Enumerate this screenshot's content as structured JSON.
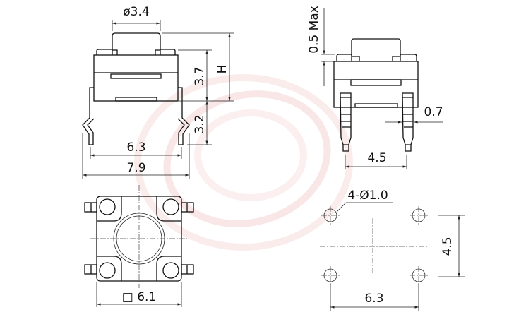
{
  "colors": {
    "line": "#111111",
    "watermark": "#e8a0a0"
  },
  "side_view": {
    "cap_diameter": "ø3.4",
    "height": "H",
    "body_height": "3.7",
    "lead_length": "3.2",
    "lead_pitch": "6.3",
    "overall_width": "7.9"
  },
  "front_view": {
    "stroke_max": "0.5 Max",
    "lead_width": "0.7",
    "lead_pitch": "4.5"
  },
  "top_view": {
    "body_size": "□ 6.1"
  },
  "footprint": {
    "hole_callout": "4-Ø1.0",
    "row_pitch": "4.5",
    "column_pitch": "6.3"
  }
}
